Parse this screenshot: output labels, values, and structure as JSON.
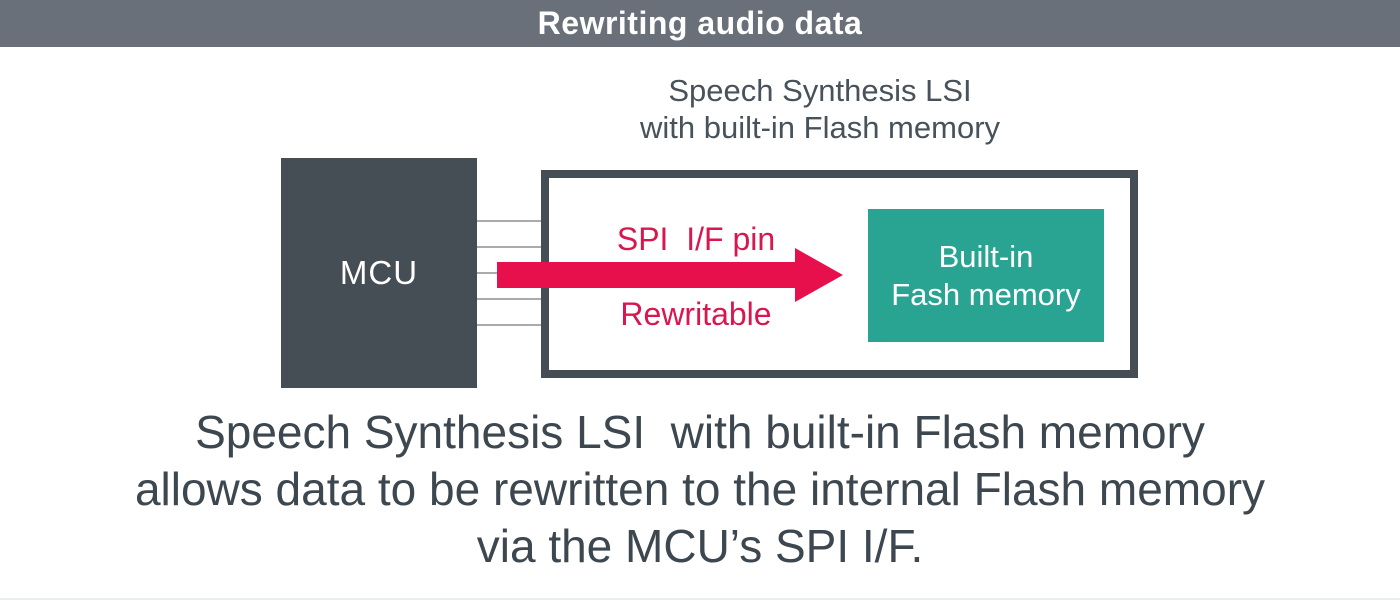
{
  "header": {
    "title": "Rewriting audio data"
  },
  "diagram": {
    "lsi_label": {
      "line1": "Speech Synthesis LSI",
      "line2": "with built-in Flash memory"
    },
    "mcu": {
      "label": "MCU"
    },
    "spi_pin_label": "SPI  I/F pin",
    "rewritable_label": "Rewritable",
    "flash_box": {
      "line1": "Built-in",
      "line2": "Fash memory"
    }
  },
  "caption": {
    "line1": "Speech Synthesis LSI  with built-in Flash memory",
    "line2": "allows data to be rewritten to the internal Flash memory",
    "line3": "via the MCU’s SPI I/F."
  },
  "colors": {
    "header_bg": "#697079",
    "dark_slate": "#454e55",
    "teal": "#2aa492",
    "arrow_red": "#e8104c",
    "crimson_text": "#d8174e",
    "pin_gray": "#a9abae",
    "caption_text": "#3d474f"
  }
}
